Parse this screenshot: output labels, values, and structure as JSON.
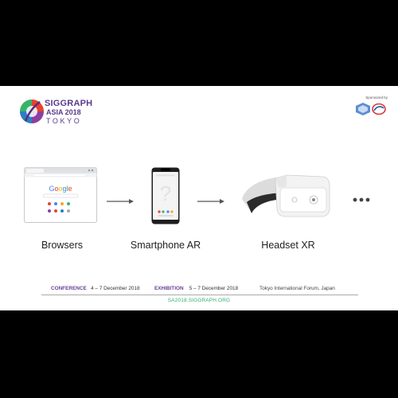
{
  "logo": {
    "line1": "SIGGRAPH",
    "line2": "ASIA 2018",
    "line3": "TOKYO"
  },
  "sponsor": {
    "label": "Sponsored by"
  },
  "flow": {
    "items": [
      {
        "label": "Browsers"
      },
      {
        "label": "Smartphone AR"
      },
      {
        "label": "Headset XR"
      }
    ]
  },
  "browser_screen": {
    "brand": "Google"
  },
  "footer": {
    "conference_label": "CONFERENCE",
    "conference_dates": "4 – 7 December 2018",
    "exhibition_label": "EXHIBITION",
    "exhibition_dates": "5 – 7 December 2018",
    "venue": "Tokyo International Forum, Japan",
    "website": "SA2018.SIGGRAPH.ORG"
  },
  "colors": {
    "brand_purple": "#6b3e98",
    "website_green": "#2fae6f"
  }
}
